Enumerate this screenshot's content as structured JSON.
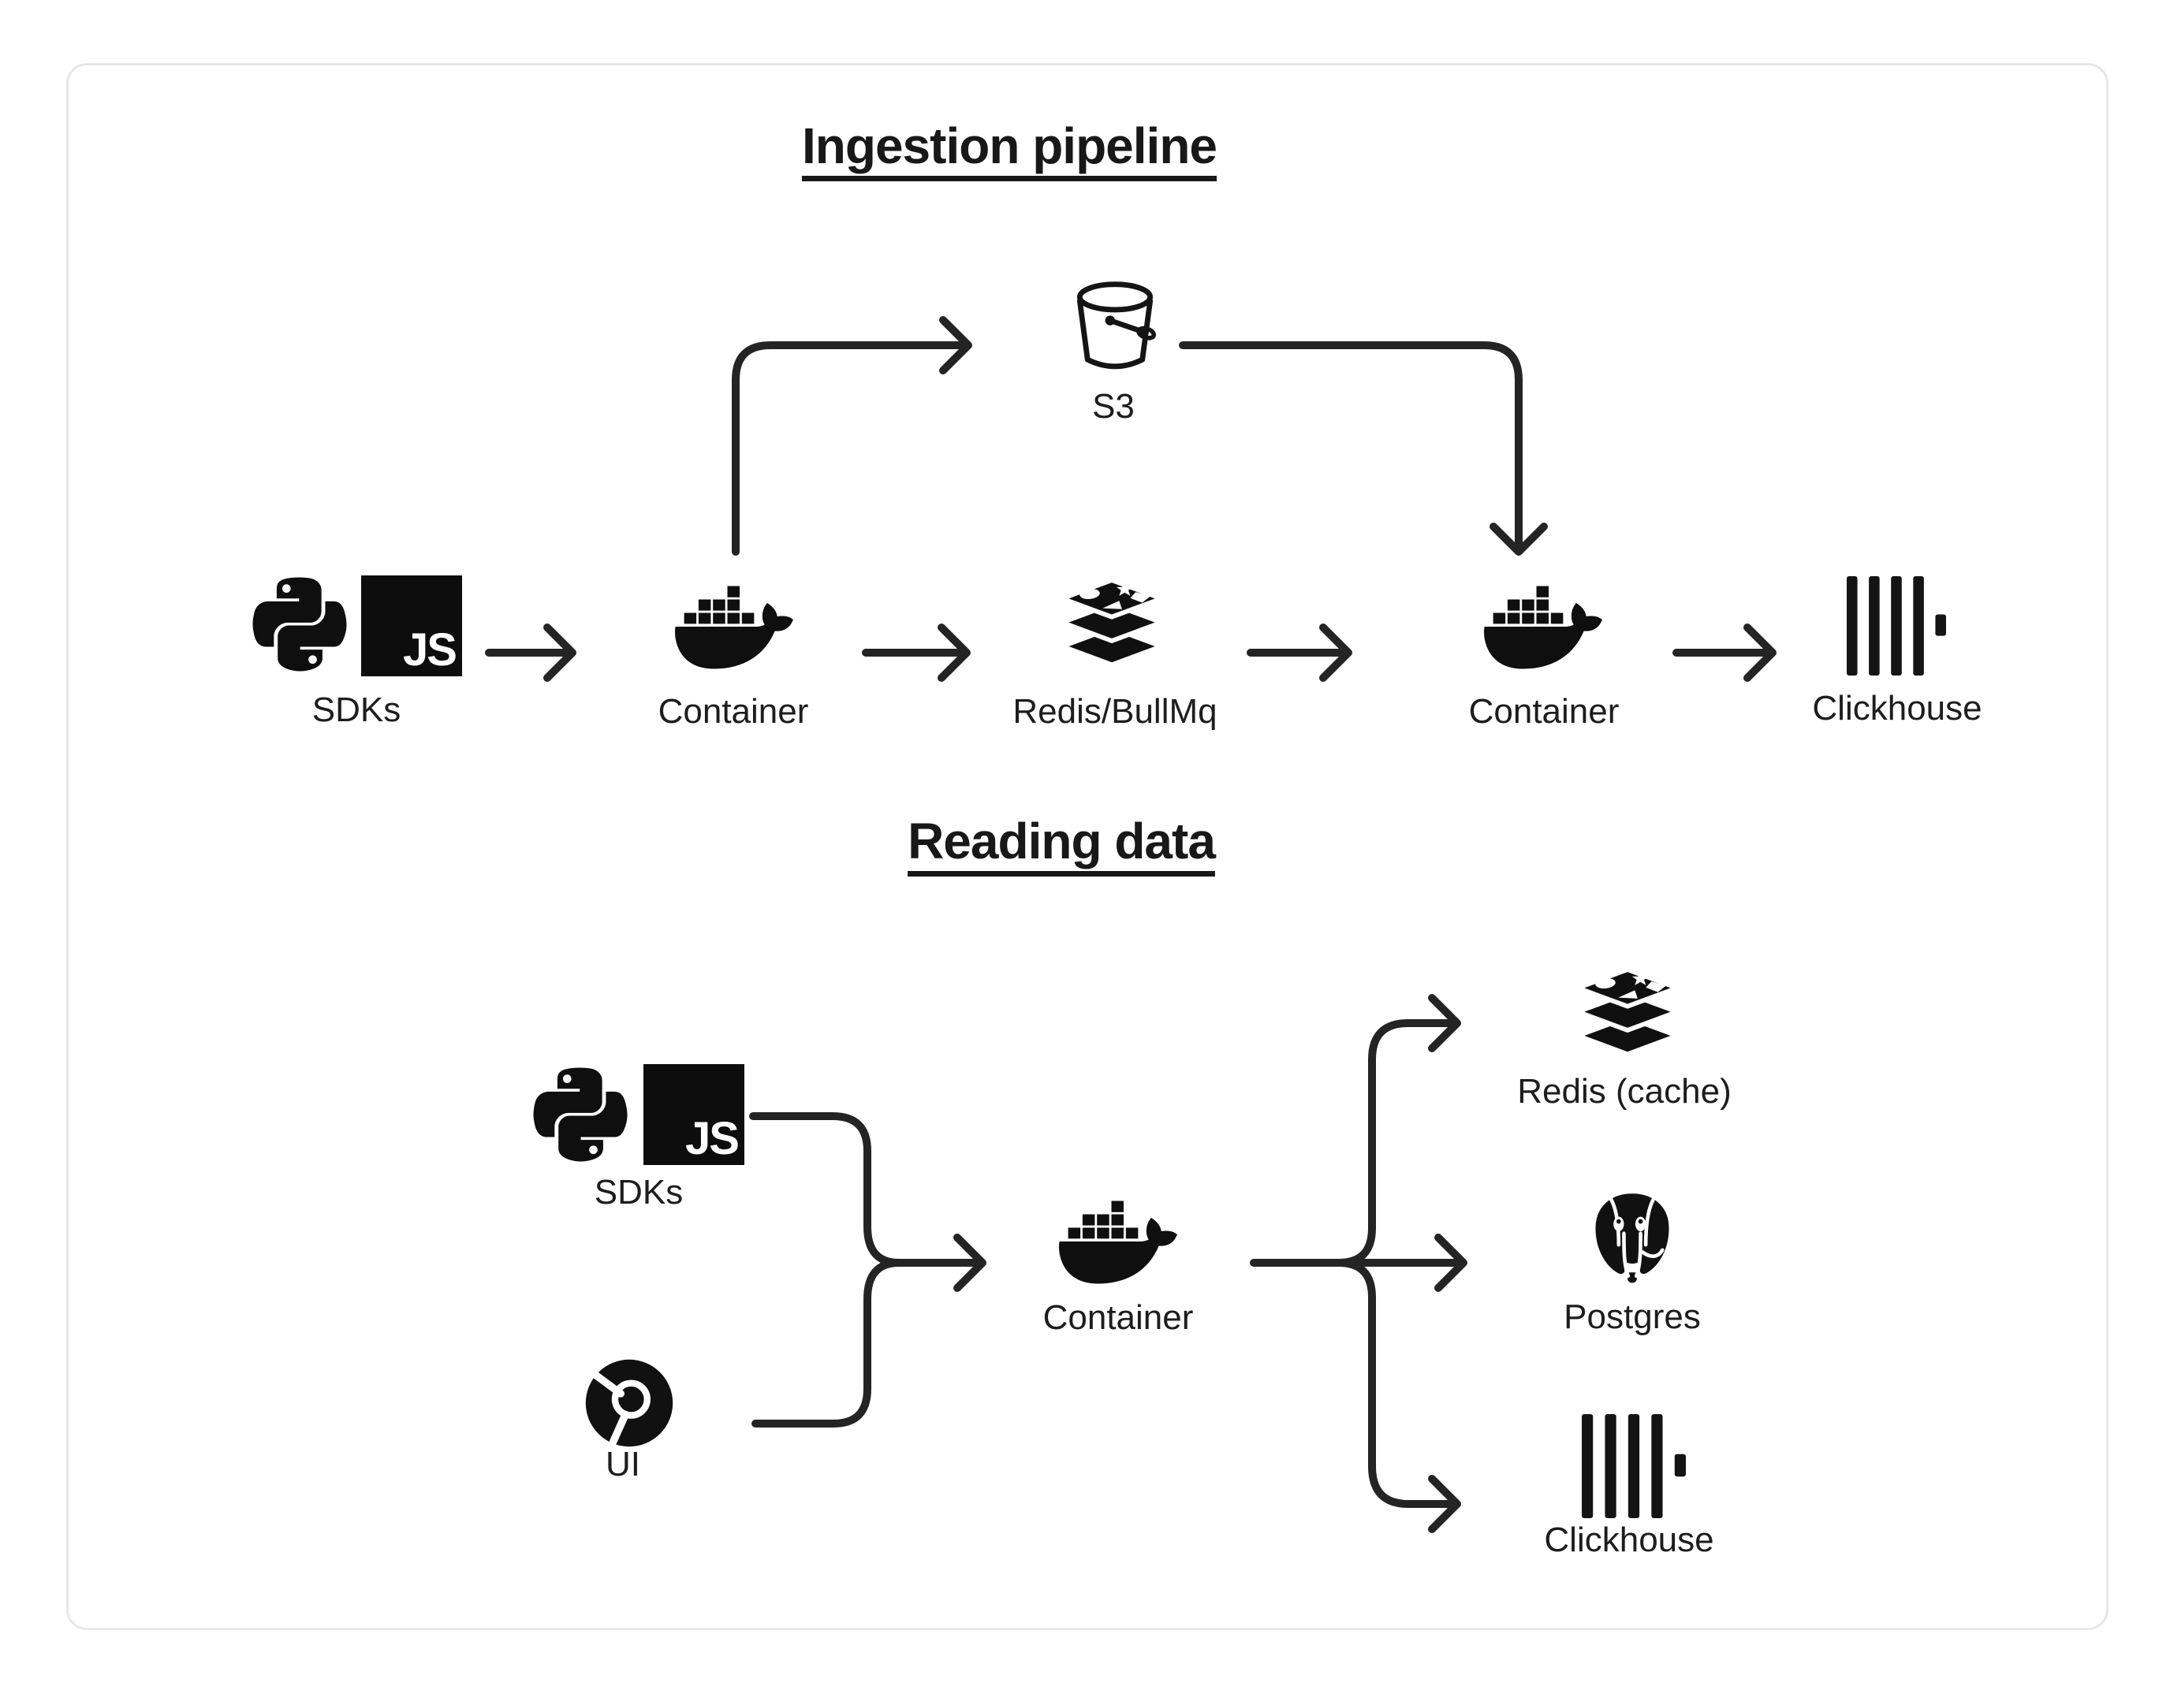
{
  "page": {
    "background": "#ffffff",
    "card_border_color": "#e7e7e7",
    "ink_color": "#111111",
    "line_color": "#242424",
    "text_color": "#1d1d1f"
  },
  "sections": {
    "ingestion": {
      "title": "Ingestion pipeline",
      "nodes": {
        "sdks": {
          "label": "SDKs",
          "icons": [
            "python-icon",
            "javascript-icon"
          ]
        },
        "container_in": {
          "label": "Container",
          "icons": [
            "docker-icon"
          ]
        },
        "s3": {
          "label": "S3",
          "icons": [
            "s3-bucket-icon"
          ]
        },
        "queue": {
          "label": "Redis/BullMq",
          "icons": [
            "redis-icon"
          ]
        },
        "container_worker": {
          "label": "Container",
          "icons": [
            "docker-icon"
          ]
        },
        "clickhouse": {
          "label": "Clickhouse",
          "icons": [
            "clickhouse-icon"
          ]
        }
      },
      "edges": [
        "SDKs -> Container",
        "Container -> S3",
        "Container -> Redis/BullMq",
        "S3 -> Container",
        "Redis/BullMq -> Container",
        "Container -> Clickhouse"
      ]
    },
    "reading": {
      "title": "Reading data",
      "nodes": {
        "sdks": {
          "label": "SDKs",
          "icons": [
            "python-icon",
            "javascript-icon"
          ]
        },
        "ui": {
          "label": "UI",
          "icons": [
            "chrome-icon"
          ]
        },
        "container": {
          "label": "Container",
          "icons": [
            "docker-icon"
          ]
        },
        "redis_cache": {
          "label": "Redis (cache)",
          "icons": [
            "redis-icon"
          ]
        },
        "postgres": {
          "label": "Postgres",
          "icons": [
            "postgres-icon"
          ]
        },
        "clickhouse": {
          "label": "Clickhouse",
          "icons": [
            "clickhouse-icon"
          ]
        }
      },
      "edges": [
        "SDKs -> Container",
        "UI -> Container",
        "Container -> Redis (cache)",
        "Container -> Postgres",
        "Container -> Clickhouse"
      ]
    }
  },
  "javascript_badge_text": "JS"
}
